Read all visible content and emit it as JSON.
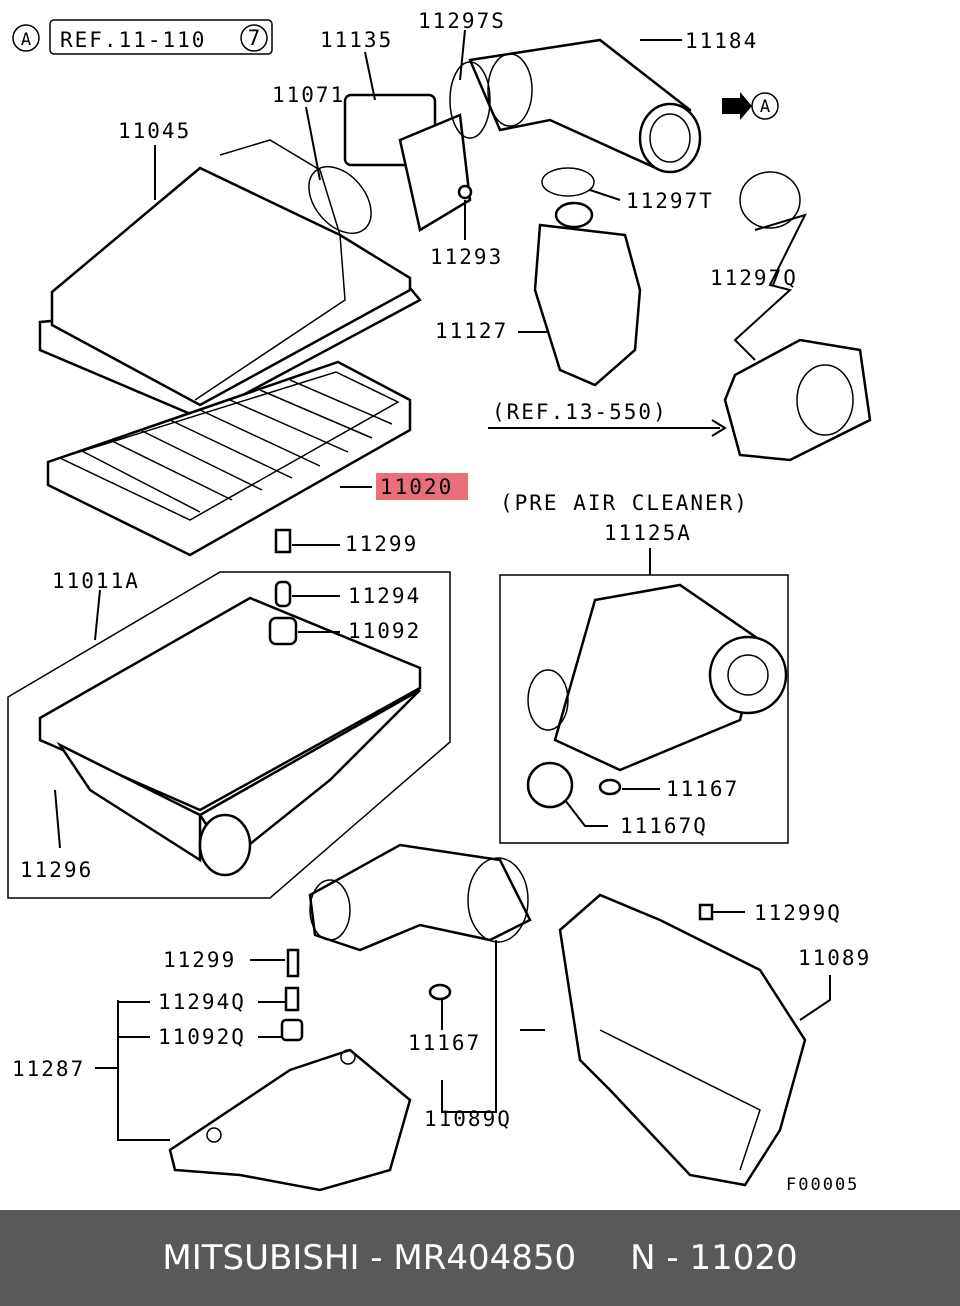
{
  "diagram": {
    "ref_circle_a": "A",
    "ref_box_text": "REF.11-110",
    "ref_box_num": "7",
    "arrow_ref_a": "A",
    "labels": {
      "p11135": "11135",
      "p11297S": "11297S",
      "p11184": "11184",
      "p11071": "11071",
      "p11045": "11045",
      "p11297T": "11297T",
      "p11293": "11293",
      "p11297Q": "11297Q",
      "p11127": "11127",
      "ref13550": "(REF.13-550)",
      "p11020": "11020",
      "pre_air": "(PRE AIR CLEANER)",
      "p11125A": "11125A",
      "p11299": "11299",
      "p11011A": "11011A",
      "p11294": "11294",
      "p11092": "11092",
      "p11167a": "11167",
      "p11167Q": "11167Q",
      "p11296": "11296",
      "p11299Q": "11299Q",
      "p11089": "11089",
      "p11299b": "11299",
      "p11294Q": "11294Q",
      "p11092Q": "11092Q",
      "p11287": "11287",
      "p11167b": "11167",
      "p11089Q": "11089Q",
      "fig": "F00005"
    },
    "highlight_color": "#e8707a"
  },
  "footer": {
    "text": "MITSUBISHI - MR404850     N - 11020"
  }
}
